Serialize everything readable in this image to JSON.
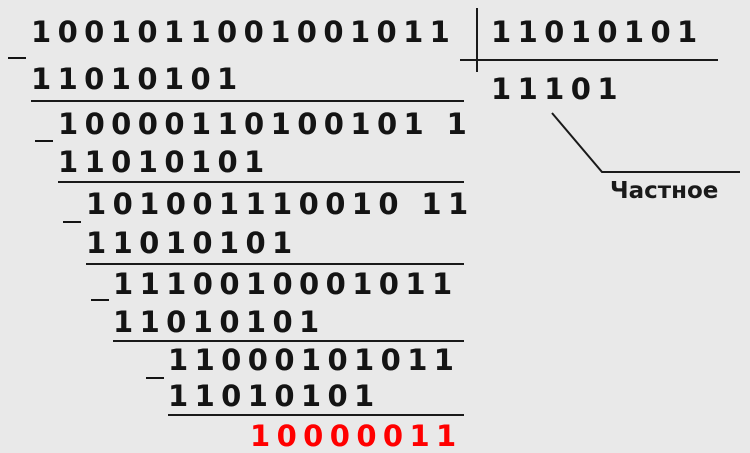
{
  "dividend": "1001011001001011",
  "divisor": "11010101",
  "quotient": "11101",
  "quotient_label": "Частное",
  "steps": [
    {
      "subtrahend": "11010101",
      "difference": "10000110100101 1"
    },
    {
      "subtrahend": "11010101",
      "difference": "101001110010 11"
    },
    {
      "subtrahend": "11010101",
      "difference": "1110010001011"
    },
    {
      "subtrahend": "11010101",
      "difference": "11000101011"
    },
    {
      "subtrahend": "11010101",
      "difference": "10000011"
    }
  ],
  "colors": {
    "text": "#141414",
    "remainder": "#ff0000",
    "background": "#e9e9e9"
  }
}
